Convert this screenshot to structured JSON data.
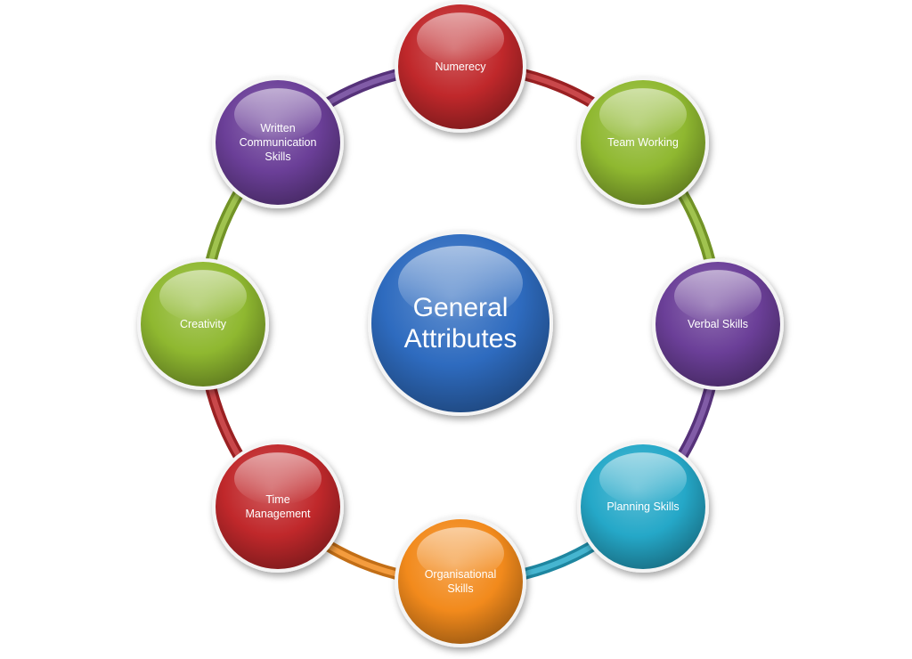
{
  "center": {
    "lines": [
      "General",
      "Attributes"
    ],
    "color": "#2e6bbf"
  },
  "nodes": [
    {
      "id": "numerecy",
      "lines": [
        "Numerecy"
      ],
      "color": "#c0282b"
    },
    {
      "id": "team-working",
      "lines": [
        "Team Working"
      ],
      "color": "#8fb830"
    },
    {
      "id": "verbal-skills",
      "lines": [
        "Verbal Skills"
      ],
      "color": "#6b3f98"
    },
    {
      "id": "planning-skills",
      "lines": [
        "Planning  Skills"
      ],
      "color": "#25a8c8"
    },
    {
      "id": "organisational",
      "lines": [
        "Organisational",
        "Skills"
      ],
      "color": "#f28a1c"
    },
    {
      "id": "time-management",
      "lines": [
        "Time",
        "Management"
      ],
      "color": "#c0282b"
    },
    {
      "id": "creativity",
      "lines": [
        "Creativity"
      ],
      "color": "#8fb830"
    },
    {
      "id": "written-comm",
      "lines": [
        "Written",
        "Communication",
        "Skills"
      ],
      "color": "#6b3f98"
    }
  ],
  "ring_segments": [
    {
      "from": "numerecy",
      "to": "team-working",
      "color": "#c0282b"
    },
    {
      "from": "team-working",
      "to": "verbal-skills",
      "color": "#8fb830"
    },
    {
      "from": "verbal-skills",
      "to": "planning-skills",
      "color": "#6b3f98"
    },
    {
      "from": "planning-skills",
      "to": "organisational",
      "color": "#25a8c8"
    },
    {
      "from": "organisational",
      "to": "time-management",
      "color": "#f28a1c"
    },
    {
      "from": "time-management",
      "to": "creativity",
      "color": "#c0282b"
    },
    {
      "from": "creativity",
      "to": "written-comm",
      "color": "#8fb830"
    },
    {
      "from": "written-comm",
      "to": "numerecy",
      "color": "#6b3f98"
    }
  ]
}
